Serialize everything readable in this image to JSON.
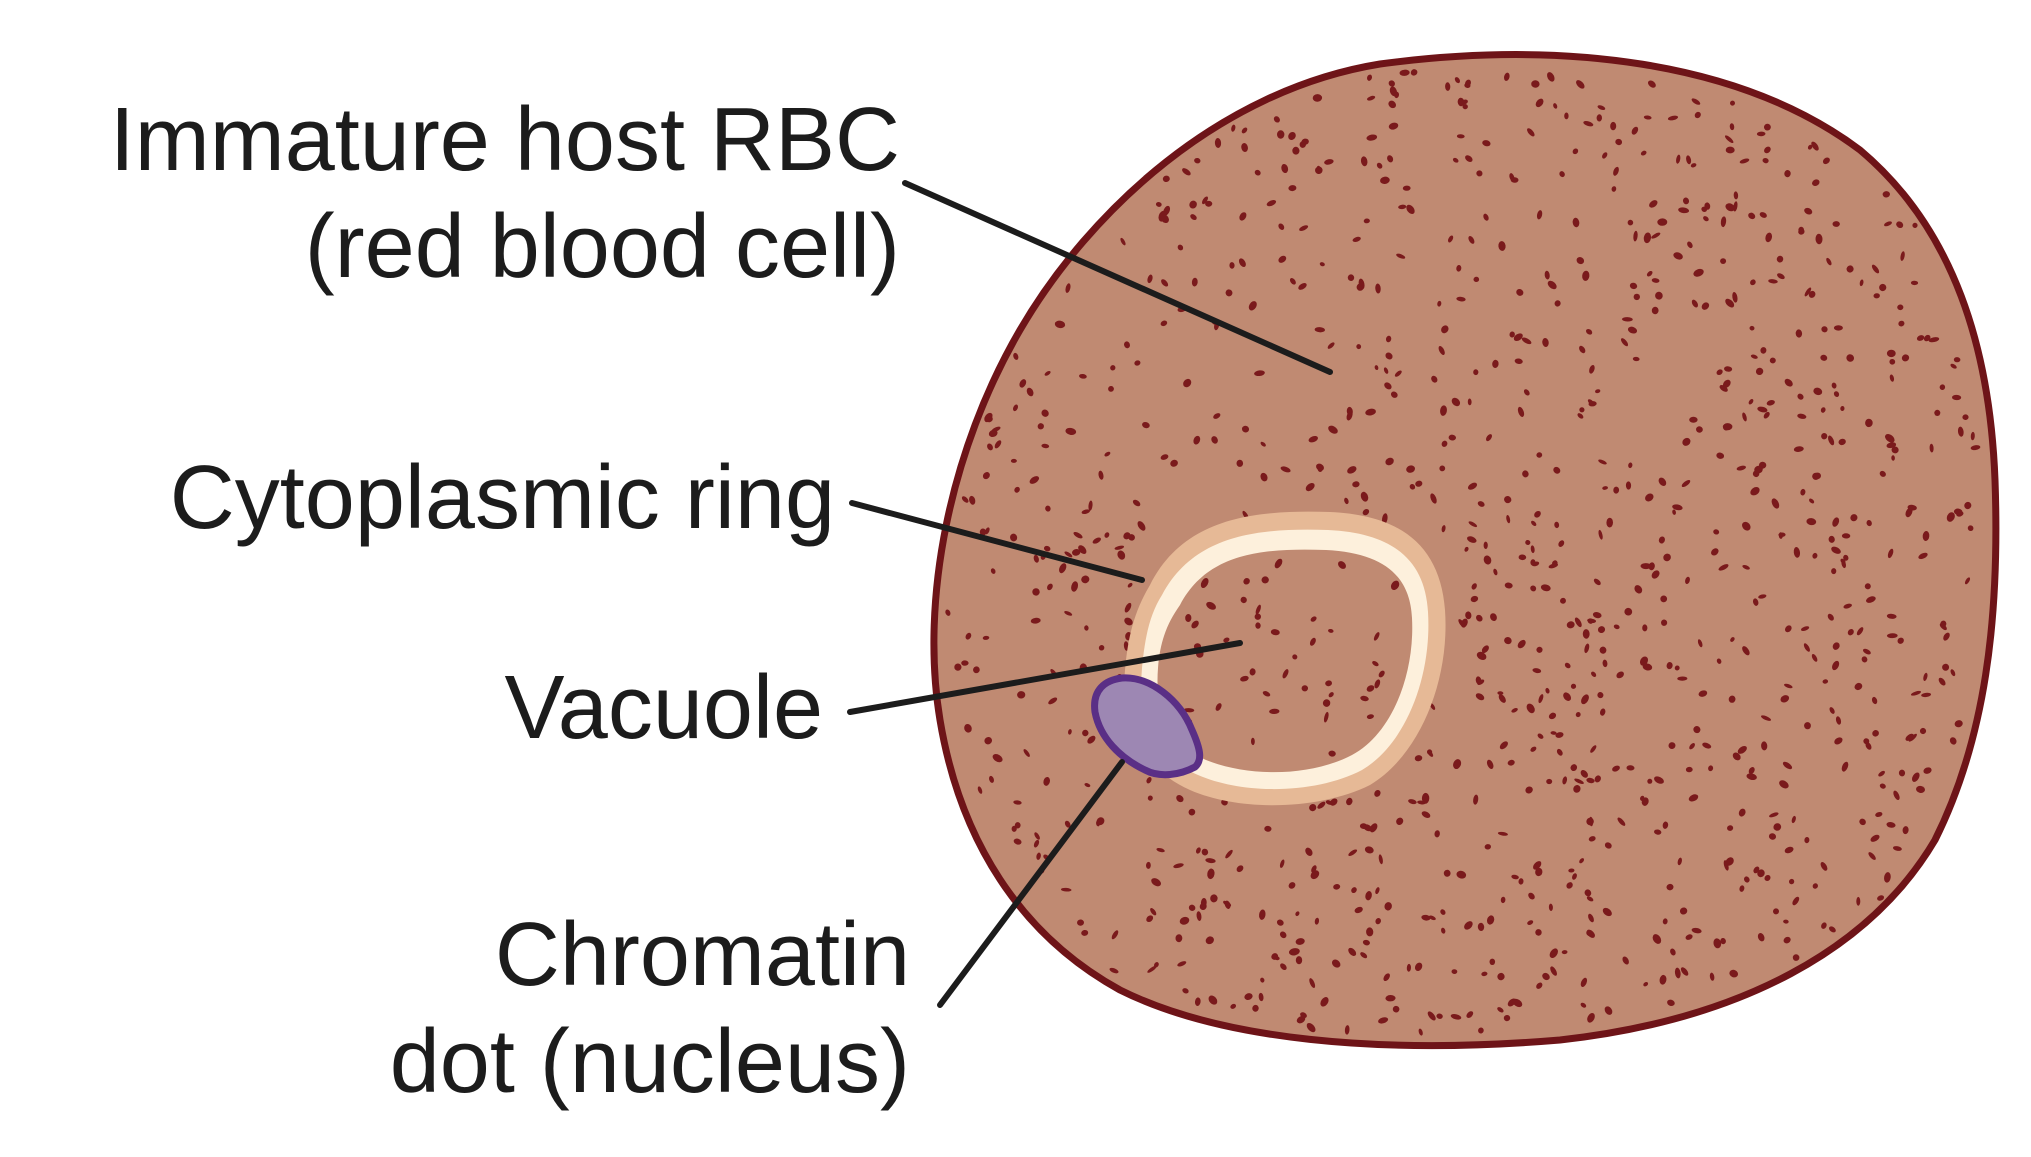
{
  "colors": {
    "cell_fill": "#c08a72",
    "cell_outline": "#6e1418",
    "speckle": "#7a1a1c",
    "ring_outer": "#e6b996",
    "ring_inner": "#fdf0dc",
    "chromatin_fill": "#9d87b3",
    "chromatin_outline": "#5a2f86",
    "label_text": "#1c1c1c"
  },
  "labels": {
    "rbc_line1": "Immature host RBC",
    "rbc_line2": "(red blood cell)",
    "ring": "Cytoplasmic ring",
    "vacuole": "Vacuole",
    "chromatin_line1": "Chromatin",
    "chromatin_line2": "dot (nucleus)"
  }
}
